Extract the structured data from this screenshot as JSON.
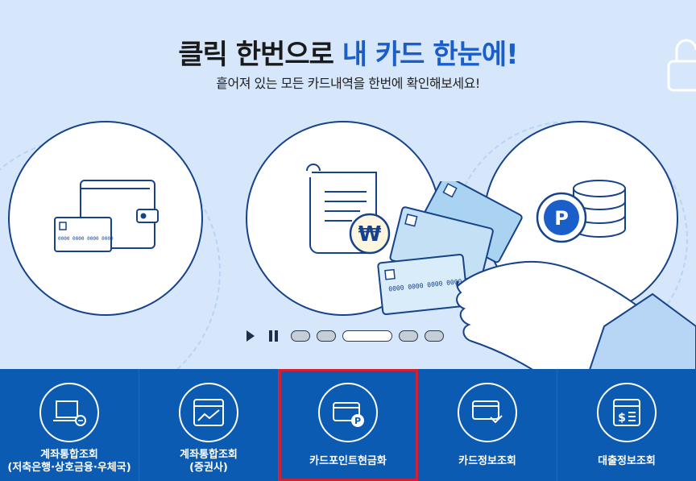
{
  "hero": {
    "title_part1": "클릭 한번으로",
    "title_accent": "내 카드 한눈에!",
    "subtitle": "흩어져 있는 모든 카드내역을 한번에 확인해보세요!",
    "card1_number": "0000 0000 0000 0000",
    "card2_number": "0000 0000 0000 0000",
    "won_symbol": "₩",
    "point_symbol": "P"
  },
  "slider": {
    "dots": [
      "dot-1",
      "dot-2",
      "dot-3",
      "dot-4",
      "dot-5"
    ],
    "active_index": 2
  },
  "menu": [
    {
      "line1": "계좌통합조회",
      "line2": "(저축은행·상호금융·우체국)",
      "icon": "bank-account-icon"
    },
    {
      "line1": "계좌통합조회",
      "line2": "(증권사)",
      "icon": "stock-chart-icon"
    },
    {
      "line1": "카드포인트현금화",
      "line2": "",
      "icon": "card-point-icon",
      "selected": true
    },
    {
      "line1": "카드정보조회",
      "line2": "",
      "icon": "card-info-icon"
    },
    {
      "line1": "대출정보조회",
      "line2": "",
      "icon": "loan-info-icon"
    }
  ],
  "colors": {
    "accent": "#1a5ec9",
    "menu_bg": "#0b5bb3",
    "highlight": "#d11f33"
  }
}
